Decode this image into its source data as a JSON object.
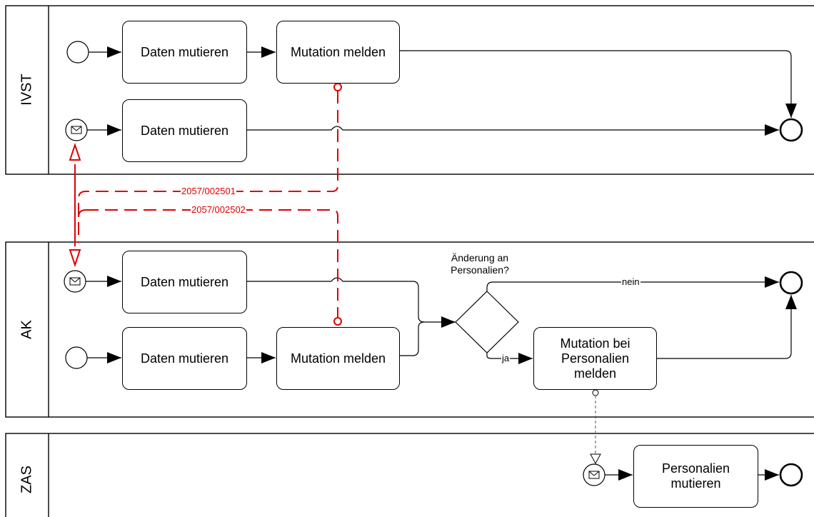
{
  "pools": [
    {
      "label": "IVST"
    },
    {
      "label": "AK"
    },
    {
      "label": "ZAS"
    }
  ],
  "tasks": {
    "ivst_daten_1": "Daten mutieren",
    "ivst_mutation_melden": "Mutation melden",
    "ivst_daten_2": "Daten mutieren",
    "ak_daten_1": "Daten mutieren",
    "ak_daten_2": "Daten mutieren",
    "ak_mutation_melden": "Mutation melden",
    "ak_mutation_personalien": "Mutation bei Personalien melden",
    "zas_personalien_mutieren": "Personalien mutieren"
  },
  "gateway": {
    "question": "Änderung an Personalien?"
  },
  "flow_labels": {
    "no": "nein",
    "yes": "ja"
  },
  "message_flows": {
    "first": "2057/002501",
    "second": "2057/002502"
  },
  "colors": {
    "message_flow": "#e00000",
    "line": "#000000"
  }
}
